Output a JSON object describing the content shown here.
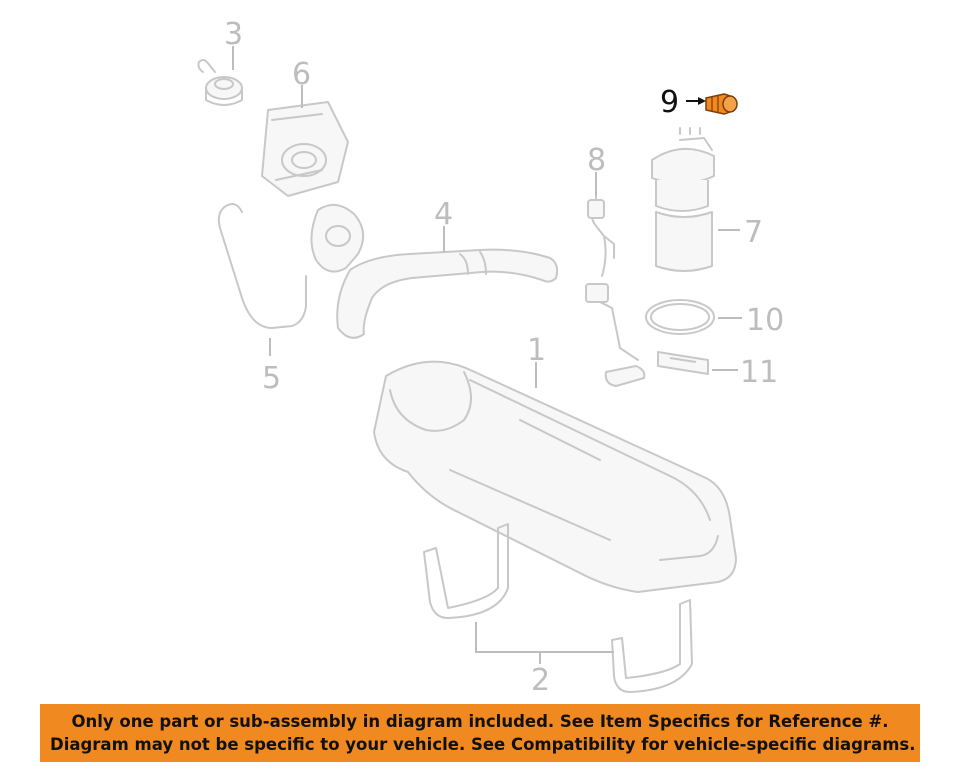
{
  "diagram": {
    "callouts": [
      {
        "id": "1",
        "label": "1"
      },
      {
        "id": "2",
        "label": "2"
      },
      {
        "id": "3",
        "label": "3"
      },
      {
        "id": "4",
        "label": "4"
      },
      {
        "id": "5",
        "label": "5"
      },
      {
        "id": "6",
        "label": "6"
      },
      {
        "id": "7",
        "label": "7"
      },
      {
        "id": "8",
        "label": "8"
      },
      {
        "id": "9",
        "label": "9"
      },
      {
        "id": "10",
        "label": "10"
      },
      {
        "id": "11",
        "label": "11"
      }
    ],
    "highlighted_part": "9",
    "colors": {
      "highlight_part": "#f0891f",
      "highlight_text": "#111111",
      "faded_parts": "#c8c8c8",
      "faded_text": "#bdbdbd"
    }
  },
  "disclaimer": {
    "line1": "Only one part or sub-assembly in diagram included. See Item Specifics for Reference #.",
    "line2": "Diagram may not be specific to your vehicle. See Compatibility for vehicle-specific diagrams.",
    "background": "#f0891f"
  }
}
